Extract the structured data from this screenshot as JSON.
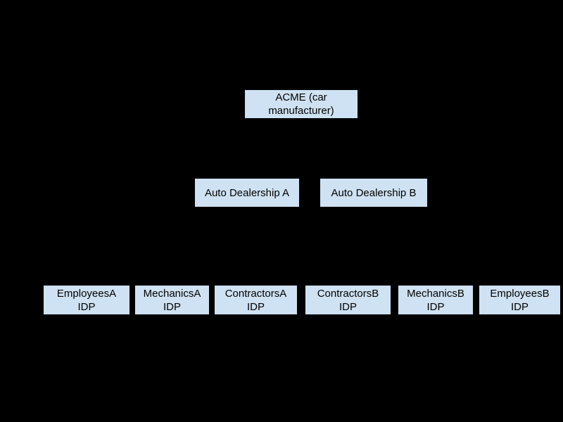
{
  "diagram": {
    "type": "org-hierarchy",
    "colors": {
      "background": "#000000",
      "node_fill": "#cfe2f3",
      "node_text": "#000000"
    },
    "nodes": {
      "root": {
        "label": "ACME (car manufacturer)",
        "lines": [
          "ACME (car",
          "manufacturer)"
        ]
      },
      "dealership_a": {
        "label": "Auto Dealership A",
        "lines": [
          "Auto Dealership A"
        ]
      },
      "dealership_b": {
        "label": "Auto Dealership B",
        "lines": [
          "Auto Dealership B"
        ]
      },
      "idp_employees_a": {
        "label": "EmployeesA IDP",
        "lines": [
          "EmployeesA",
          "IDP"
        ]
      },
      "idp_mechanics_a": {
        "label": "MechanicsA IDP",
        "lines": [
          "MechanicsA",
          "IDP"
        ]
      },
      "idp_contractors_a": {
        "label": "ContractorsA IDP",
        "lines": [
          "ContractorsA",
          "IDP"
        ]
      },
      "idp_contractors_b": {
        "label": "ContractorsB IDP",
        "lines": [
          "ContractorsB",
          "IDP"
        ]
      },
      "idp_mechanics_b": {
        "label": "MechanicsB IDP",
        "lines": [
          "MechanicsB",
          "IDP"
        ]
      },
      "idp_employees_b": {
        "label": "EmployeesB IDP",
        "lines": [
          "EmployeesB",
          "IDP"
        ]
      }
    },
    "edges": [
      {
        "from": "root",
        "to": "dealership_a"
      },
      {
        "from": "root",
        "to": "dealership_b"
      },
      {
        "from": "dealership_a",
        "to": "idp_employees_a"
      },
      {
        "from": "dealership_a",
        "to": "idp_mechanics_a"
      },
      {
        "from": "dealership_a",
        "to": "idp_contractors_a"
      },
      {
        "from": "dealership_b",
        "to": "idp_contractors_b"
      },
      {
        "from": "dealership_b",
        "to": "idp_mechanics_b"
      },
      {
        "from": "dealership_b",
        "to": "idp_employees_b"
      }
    ],
    "edges_visible": false
  }
}
